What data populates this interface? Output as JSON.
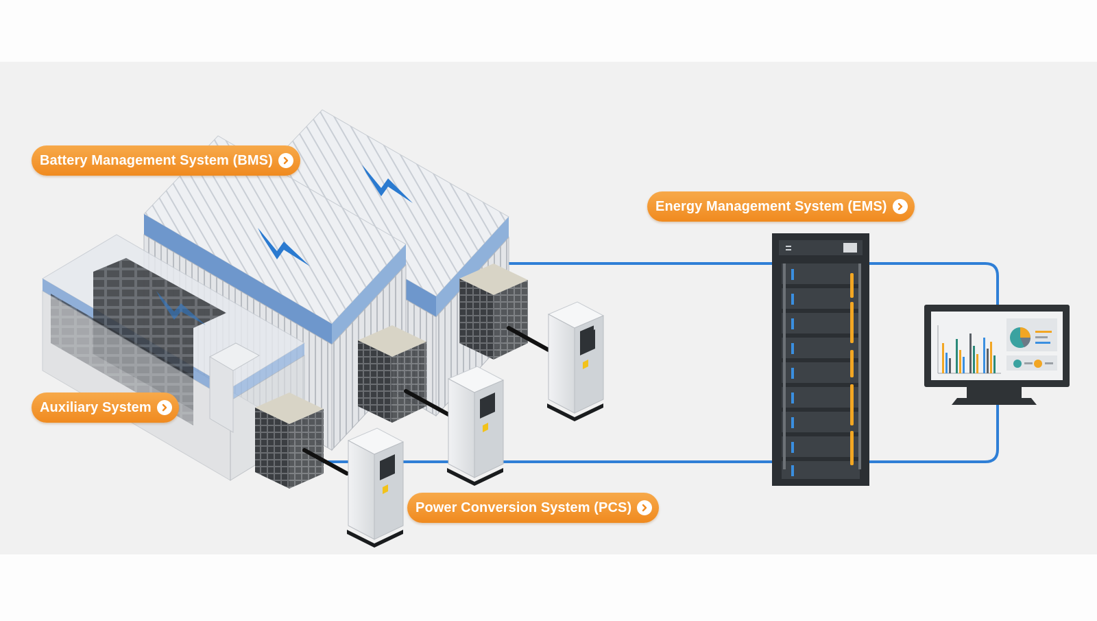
{
  "callouts": {
    "bms": {
      "label": "Battery Management System (BMS)",
      "icon": "chevron-right-icon"
    },
    "ems": {
      "label": "Energy Management System (EMS)",
      "icon": "chevron-right-icon"
    },
    "aux": {
      "label": "Auxiliary System",
      "icon": "chevron-right-icon"
    },
    "pcs": {
      "label": "Power Conversion System (PCS)",
      "icon": "chevron-right-icon"
    }
  },
  "colors": {
    "accent_orange": "#f0891f",
    "connector_blue": "#2f7fd6",
    "bolt_blue": "#2a7ad0",
    "rack_dark": "#2b2f33",
    "rack_led_amber": "#f2a623",
    "rack_led_blue": "#3a8fe0"
  }
}
